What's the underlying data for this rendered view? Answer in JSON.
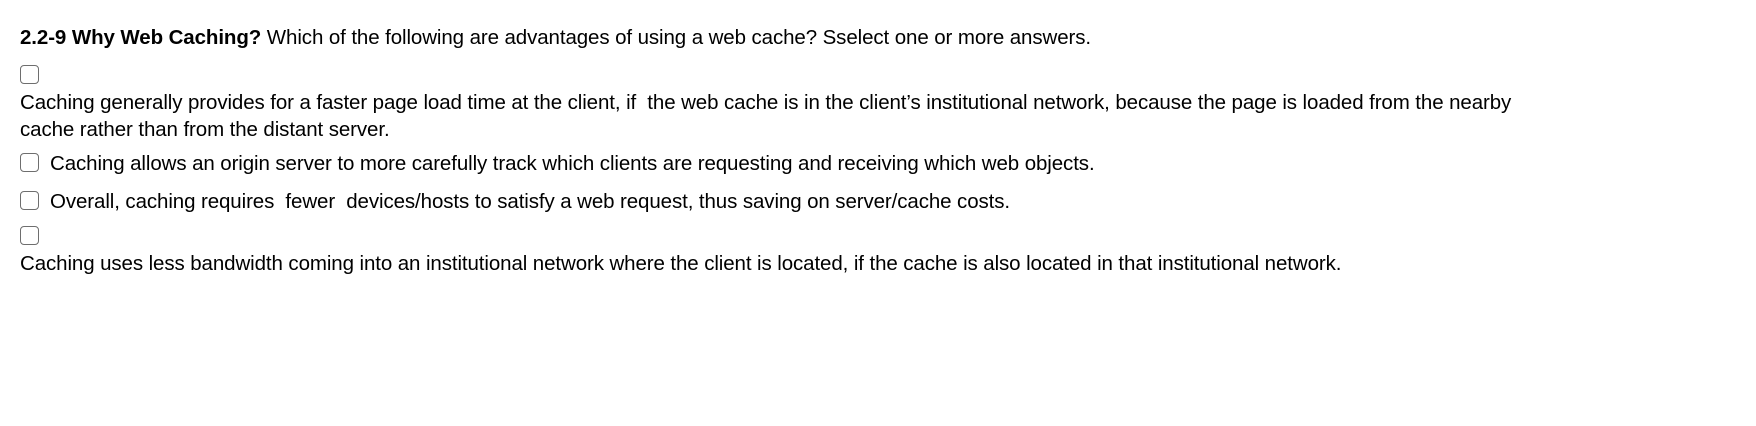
{
  "question": {
    "id_label": "2.2-9 Why Web Caching?",
    "prompt": " Which of the following are advantages of using a web cache? Sselect one or more answers."
  },
  "options": [
    {
      "layout": "stacked",
      "checked": false,
      "text": "Caching generally provides for a faster page load time at the client, if  the web cache is in the client’s institutional network, because the page is loaded from the nearby cache rather than from the distant server."
    },
    {
      "layout": "inline",
      "checked": false,
      "text": "Caching allows an origin server to more carefully track which clients are requesting and receiving which web objects."
    },
    {
      "layout": "inline",
      "checked": false,
      "text": "Overall, caching requires  fewer  devices/hosts to satisfy a web request, thus saving on server/cache costs."
    },
    {
      "layout": "stacked",
      "checked": false,
      "text": "Caching uses less bandwidth coming into an institutional network where the client is located, if the cache is also located in that institutional network."
    }
  ],
  "colors": {
    "background": "#ffffff",
    "text": "#000000",
    "checkbox_border": "#6e6e6e"
  }
}
